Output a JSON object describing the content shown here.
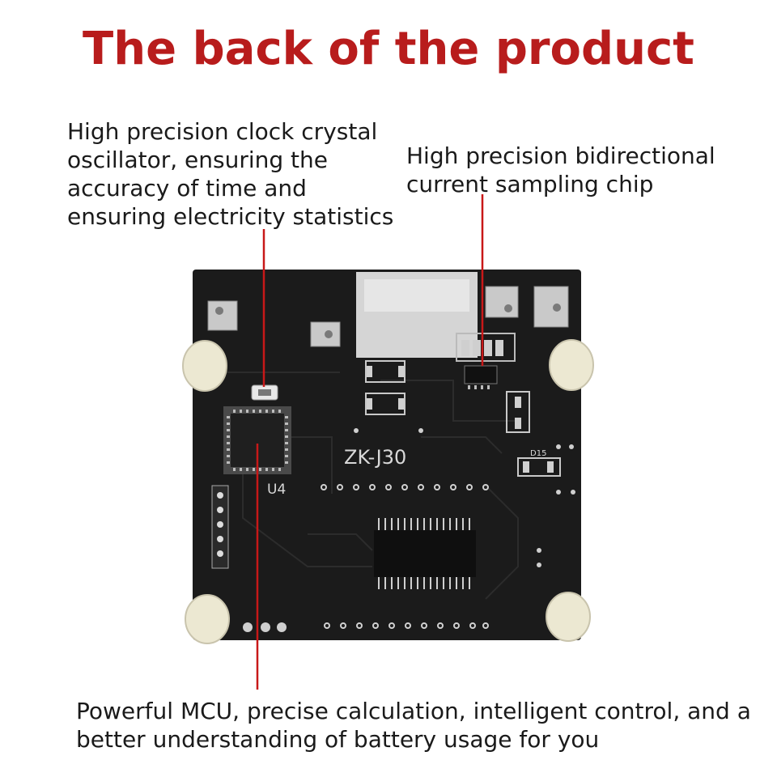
{
  "title": "The back of the product",
  "colors": {
    "title": "#b81c1c",
    "pointer": "#c81818",
    "pcb": "#1b1b1b",
    "silkscreen": "#d8d8d8",
    "feet": "#ece8d2"
  },
  "callouts": {
    "crystal": [
      "High precision clock crystal",
      "oscillator, ensuring the",
      "accuracy of time and",
      "ensuring electricity statistics"
    ],
    "sampling": [
      "High precision bidirectional",
      "current sampling chip"
    ],
    "mcu": [
      "Powerful MCU, precise calculation, intelligent control, and a",
      "better understanding of battery usage for you"
    ]
  },
  "board": {
    "model": "ZK-J30",
    "mcu_ref": "U4",
    "diode_ref": "D15"
  }
}
